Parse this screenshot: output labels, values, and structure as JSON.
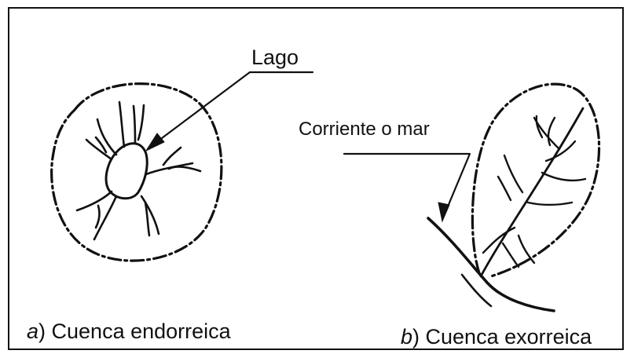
{
  "labels": {
    "lake": "Lago",
    "stream": "Corriente o mar",
    "caption_a_letter": "a",
    "caption_a_text": ") Cuenca endorreica",
    "caption_b_letter": "b",
    "caption_b_text": ") Cuenca exorreica"
  },
  "colors": {
    "ink": "#111111",
    "background": "#ffffff"
  }
}
